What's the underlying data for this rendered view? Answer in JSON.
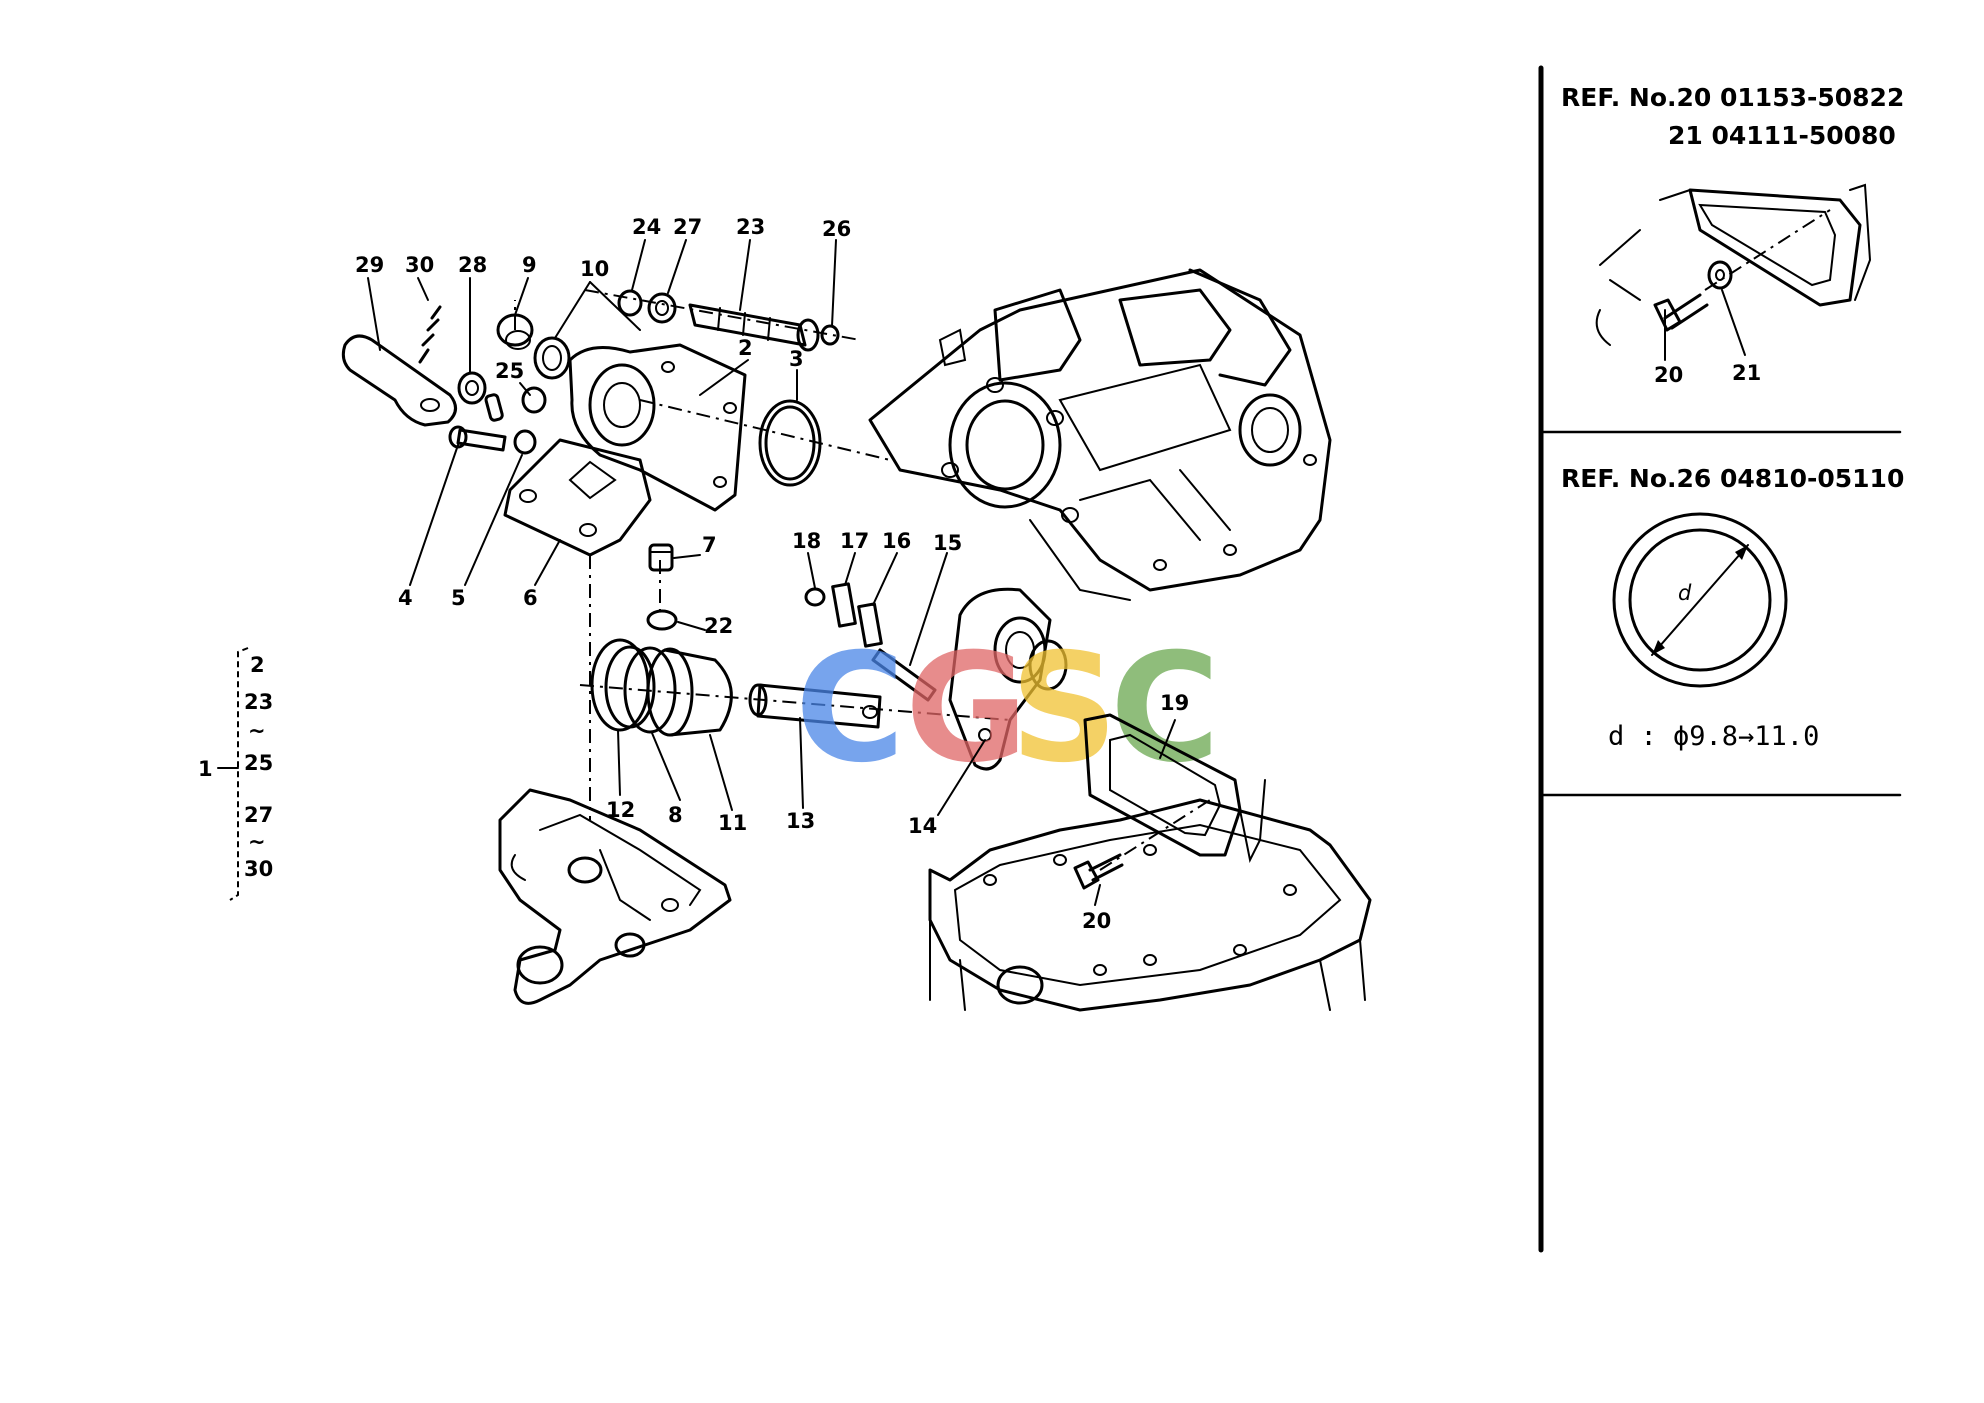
{
  "callouts": {
    "p29": "29",
    "p30": "30",
    "p28": "28",
    "p9": "9",
    "p10": "10",
    "p24": "24",
    "p27": "27",
    "p23": "23",
    "p26": "26",
    "p25": "25",
    "p2": "2",
    "p3": "3",
    "p4": "4",
    "p5": "5",
    "p6": "6",
    "p7": "7",
    "p22": "22",
    "p18": "18",
    "p17": "17",
    "p16": "16",
    "p15": "15",
    "p12": "12",
    "p8": "8",
    "p11": "11",
    "p13": "13",
    "p14": "14",
    "p19": "19",
    "p20": "20"
  },
  "assembly_bracket": {
    "parent": "1",
    "items": [
      "2",
      "23",
      "~",
      "25",
      "27",
      "~",
      "30"
    ]
  },
  "ref_panel_1": {
    "line1": "REF. No.20  01153-50822",
    "line2": "21  04111-50080",
    "label_20": "20",
    "label_21": "21"
  },
  "ref_panel_2": {
    "title": "REF. No.26  04810-05110",
    "diameter_symbol": "d",
    "spec": "d : ϕ9.8→11.0"
  },
  "watermark": {
    "letters": [
      "C",
      "G",
      "S",
      "C"
    ],
    "colors": [
      "#4a86e8",
      "#e06666",
      "#f1c232",
      "#6aa84f"
    ]
  }
}
